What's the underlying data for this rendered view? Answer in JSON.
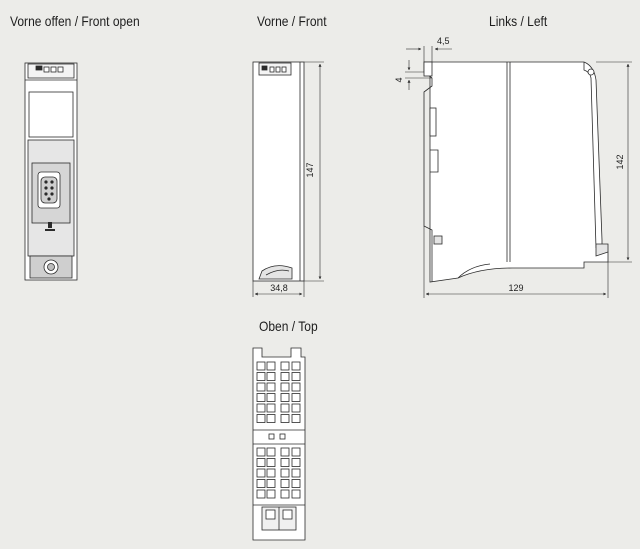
{
  "views": {
    "front_open": {
      "title": "Vorne offen / Front open"
    },
    "front": {
      "title": "Vorne / Front"
    },
    "left": {
      "title": "Links / Left"
    },
    "top": {
      "title": "Oben / Top"
    }
  },
  "dimensions": {
    "front_height": "147",
    "front_width": "34,8",
    "left_depth": "129",
    "left_height": "142",
    "rail_offset_x": "4,5",
    "rail_offset_y": "4"
  },
  "colors": {
    "background": "#ecece9",
    "line": "#2b2b2b",
    "fill": "#ffffff",
    "shade": "#d6d6d6"
  }
}
